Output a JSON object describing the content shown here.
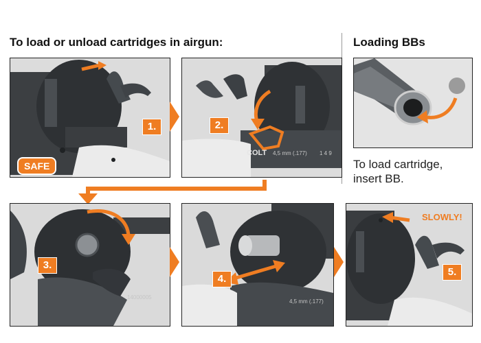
{
  "headings": {
    "main": "To load or unload cartridges in airgun:",
    "side": "Loading BBs"
  },
  "steps": [
    {
      "number": "1."
    },
    {
      "number": "2."
    },
    {
      "number": "3."
    },
    {
      "number": "4."
    },
    {
      "number": "5."
    }
  ],
  "labels": {
    "safe": "SAFE",
    "slowly": "SLOWLY!",
    "colt": "COLT",
    "caliber_step2": "4,5 mm (.177)",
    "caliber_step4": "4,5 mm (.177)",
    "serial_step3": "14000005",
    "serial_step2": "1 4 9"
  },
  "caption": {
    "line1": "To load cartridge,",
    "line2": "insert BB."
  },
  "colors": {
    "accent": "#ef7d22",
    "metal_dark": "#3c3f42",
    "grip": "#e9e9e9"
  }
}
